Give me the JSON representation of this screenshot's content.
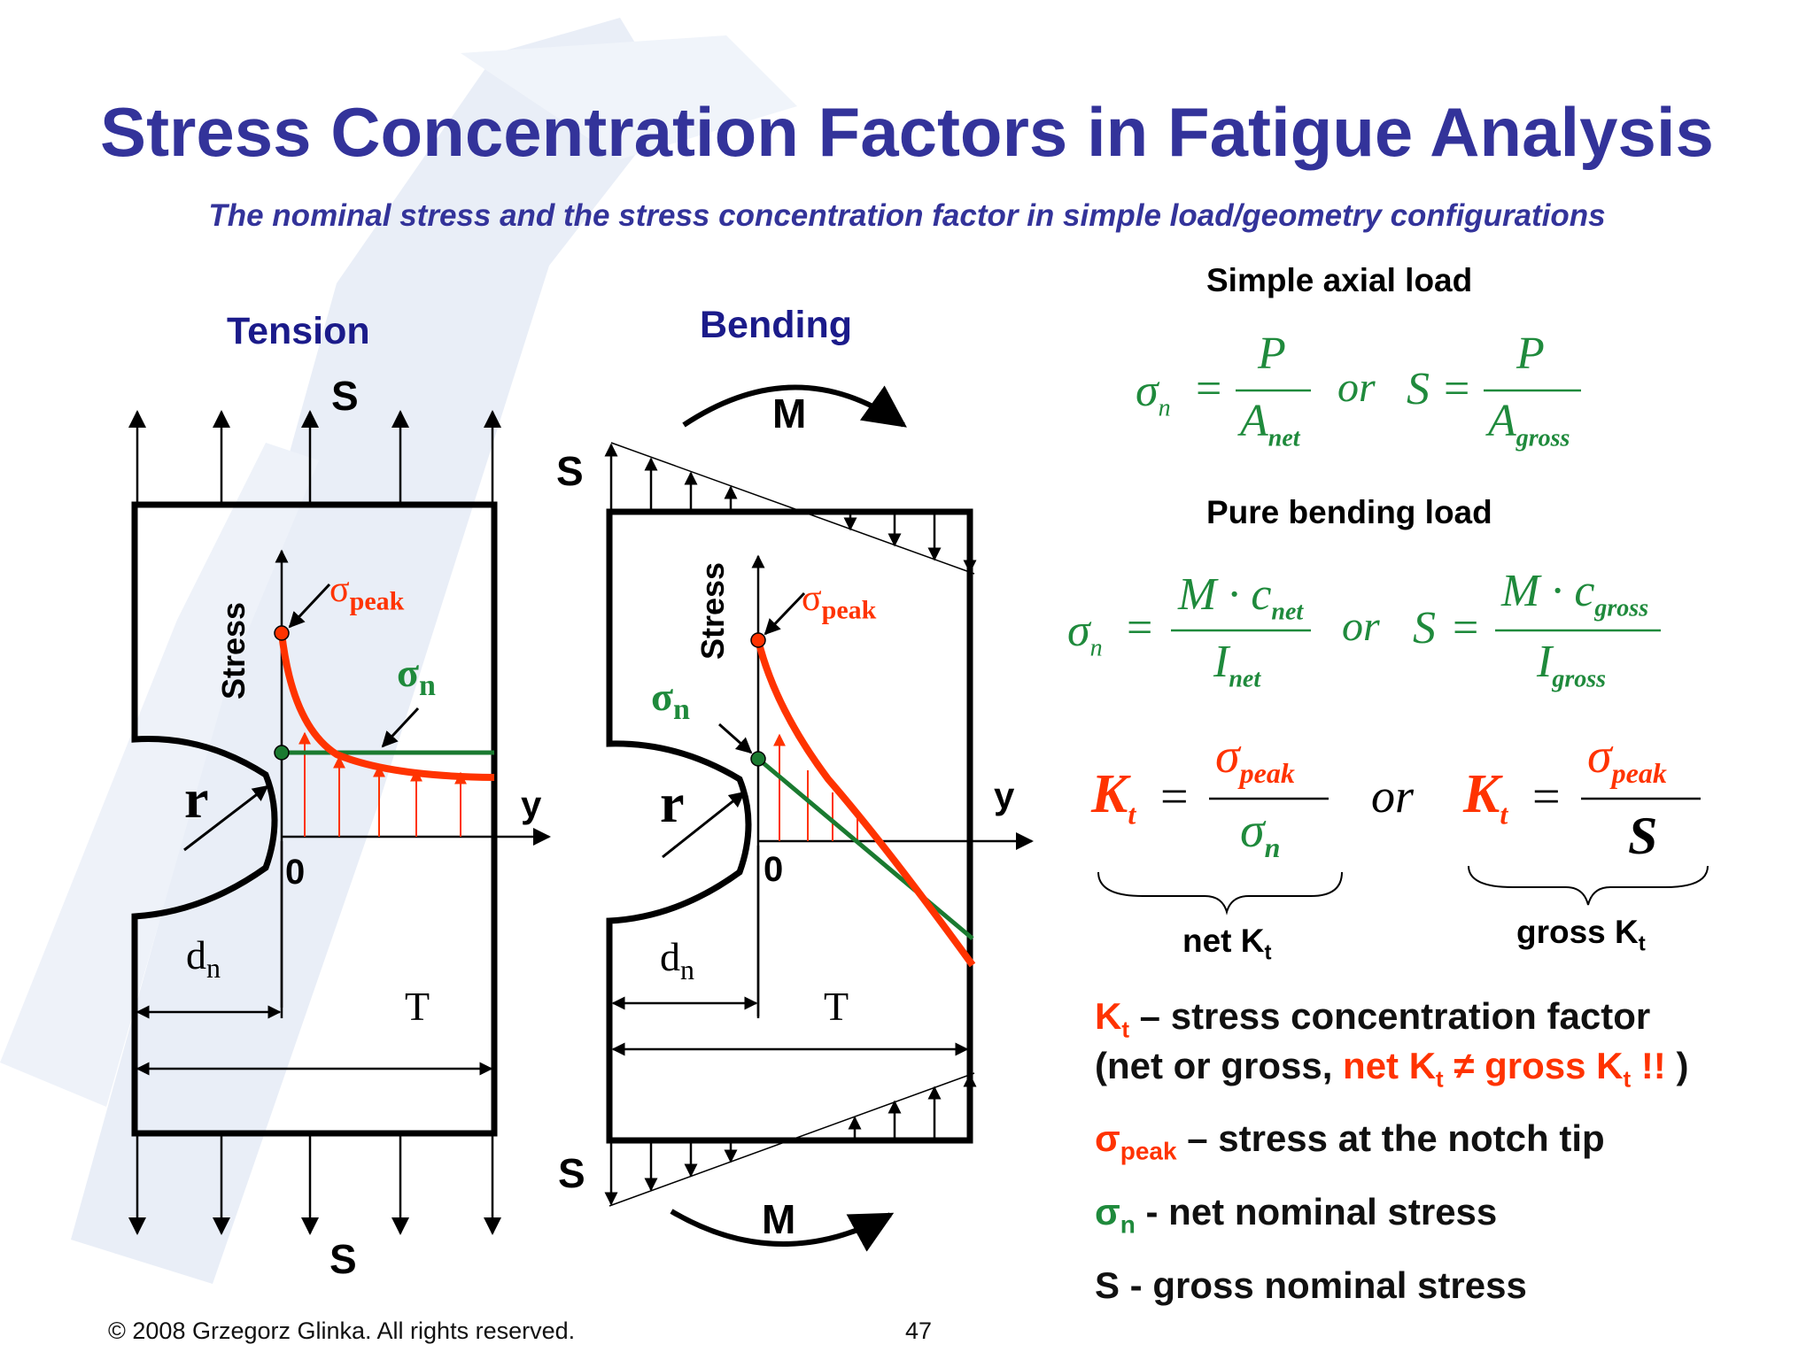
{
  "title": "Stress Concentration Factors in Fatigue Analysis",
  "subtitle": "The nominal stress and the stress concentration factor in simple load/geometry configurations",
  "tension": {
    "heading": "Tension",
    "top_label": "S",
    "bottom_label": "S",
    "stress_axis": "Stress",
    "sigma_peak": "σ",
    "sigma_peak_sub": "peak",
    "sigma_n": "σ",
    "sigma_n_sub": "n",
    "radius": "r",
    "y_axis": "y",
    "origin": "0",
    "dn": "d",
    "dn_sub": "n",
    "T": "T"
  },
  "bending": {
    "heading": "Bending",
    "moment_top": "M",
    "moment_bottom": "M",
    "s_top": "S",
    "s_bottom": "S",
    "stress_axis": "Stress",
    "sigma_peak": "σ",
    "sigma_peak_sub": "peak",
    "sigma_n": "σ",
    "sigma_n_sub": "n",
    "radius": "r",
    "y_axis": "y",
    "origin": "0",
    "dn": "d",
    "dn_sub": "n",
    "T": "T"
  },
  "formulas": {
    "axial_heading": "Simple axial load",
    "bending_heading": "Pure bending load",
    "sigma": "σ",
    "n": "n",
    "eq": "=",
    "or": "or",
    "S": "S",
    "P": "P",
    "A": "A",
    "net": "net",
    "gross": "gross",
    "Mc": "M · c",
    "I": "I",
    "K": "K",
    "t": "t",
    "peak": "peak",
    "net_kt": "net K",
    "gross_kt": "gross K"
  },
  "legend": {
    "kt_symbol": "K",
    "kt_sub": "t",
    "kt_desc": " – stress concentration factor",
    "net_gross_prefix": "(net or gross, ",
    "net_neq": "net K",
    "neq_sign": " ≠ gross K",
    "neq_end": " !!",
    "close_paren": " )",
    "peak_symbol": "σ",
    "peak_sub": "peak",
    "peak_desc": " – stress at the notch tip",
    "n_symbol": "σ",
    "n_sub": "n",
    "n_desc": " - net nominal stress",
    "s_symbol": "S",
    "s_desc": " - gross nominal stress"
  },
  "footer": {
    "copyright": "© 2008 Grzegorz Glinka.  All rights reserved.",
    "page": "47"
  },
  "colors": {
    "title": "#33339a",
    "green": "#1f8a3c",
    "red": "#ff3300"
  }
}
